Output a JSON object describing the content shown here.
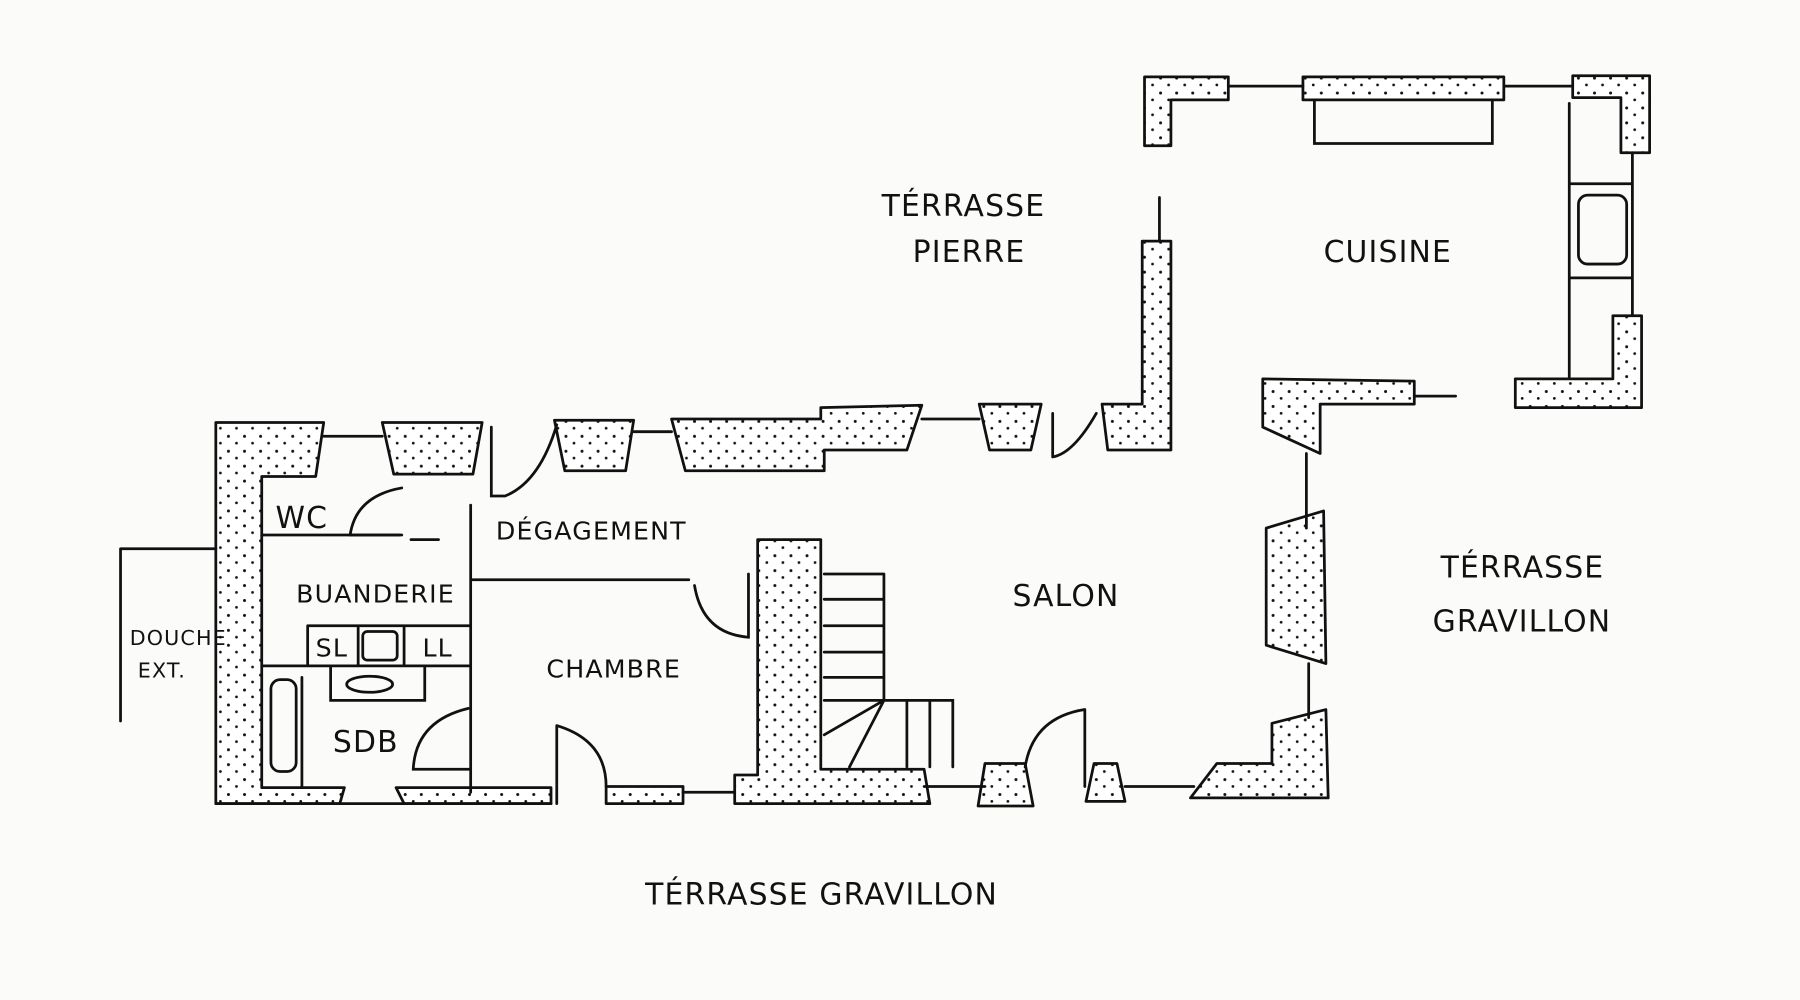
{
  "labels": {
    "terrasse_pierre_1": "TÉRRASSE",
    "terrasse_pierre_2": "PIERRE",
    "cuisine": "CUISINE",
    "wc": "WC",
    "degagement": "DÉGAGEMENT",
    "buanderie": "BUANDERIE",
    "sl": "SL",
    "ll": "LL",
    "douche_1": "DOUCHE",
    "douche_2": "EXT.",
    "chambre": "CHAMBRE",
    "sdb": "SDB",
    "salon": "SALON",
    "terrasse_droite_1": "TÉRRASSE",
    "terrasse_droite_2": "GRAVILLON",
    "terrasse_bas": "TÉRRASSE GRAVILLON"
  }
}
